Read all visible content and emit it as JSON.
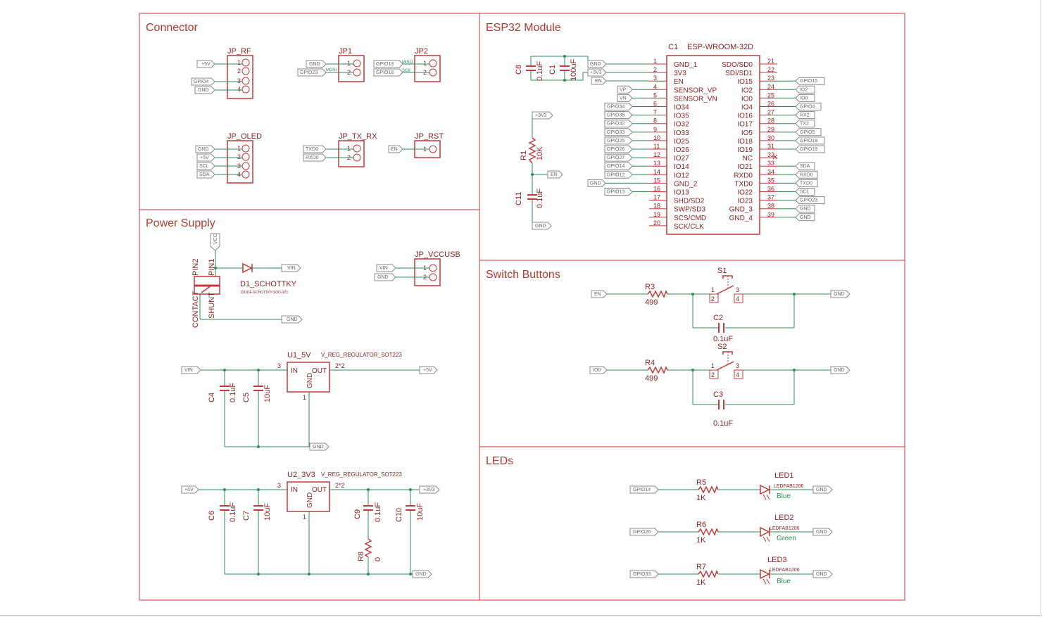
{
  "colors": {
    "frame": "#c0393b",
    "part": "#c0393b",
    "wire": "#2e8b57",
    "label": "#888888",
    "text": "#8b2222"
  },
  "sections": {
    "connector": "Connector",
    "power": "Power Supply",
    "esp32": "ESP32 Module",
    "switch": "Switch Buttons",
    "leds": "LEDs"
  },
  "connectors": {
    "jp_rf": {
      "name": "JP_RF",
      "pins": [
        "1",
        "2",
        "3",
        "4"
      ],
      "nets": [
        "+5V",
        "GPIO4",
        "GND"
      ]
    },
    "jp1": {
      "name": "JP1",
      "pins": [
        "1",
        "2"
      ],
      "nets": [
        "GND",
        "GPIO23"
      ],
      "wire_labels": [
        "MOSI"
      ]
    },
    "jp2": {
      "name": "JP2",
      "pins": [
        "1",
        "2"
      ],
      "nets": [
        "GPIO19",
        "GPIO18"
      ],
      "wire_labels": [
        "MISO",
        "SCK"
      ]
    },
    "jp_oled": {
      "name": "JP_OLED",
      "pins": [
        "1",
        "2",
        "3",
        "4"
      ],
      "nets": [
        "GND",
        "+5V",
        "SCL",
        "SDA"
      ]
    },
    "jp_tx_rx": {
      "name": "JP_TX_RX",
      "pins": [
        "1",
        "2"
      ],
      "nets": [
        "TXD0",
        "RXD0"
      ]
    },
    "jp_rst": {
      "name": "JP_RST",
      "pins": [
        "1"
      ],
      "nets": [
        "EN"
      ]
    },
    "jp_vccusb": {
      "name": "JP_VCCUSB",
      "pins": [
        "1",
        "2"
      ],
      "nets": [
        "VIN",
        "GND"
      ]
    }
  },
  "power": {
    "vcc": "VCC",
    "pin2": "PIN2",
    "pin1": "PIN1",
    "contact": "CONTACT",
    "shunt": "SHUNT",
    "diode": {
      "name": "D1_SCHOTTKY",
      "package": "DIODE-SCHOTTKY-SOD-323",
      "net": "VIN"
    },
    "gnd": "GND",
    "u1": {
      "name": "U1_5V",
      "type": "V_REG_REGULATOR_SOT223",
      "in": "IN",
      "out": "OUT",
      "gnd": "GND",
      "pin_in": "3",
      "pin_out": "2*2",
      "pin_gnd": "1",
      "net_in": "VIN",
      "net_out": "+5V",
      "net_gnd": "GND"
    },
    "c4": {
      "ref": "C4",
      "value": "0.1uF"
    },
    "c5": {
      "ref": "C5",
      "value": "10uF"
    },
    "u2": {
      "name": "U2_3V3",
      "type": "V_REG_REGULATOR_SOT223",
      "in": "IN",
      "out": "OUT",
      "gnd": "GND",
      "pin_in": "3",
      "pin_out": "2*2",
      "pin_gnd": "1",
      "net_in": "+5V",
      "net_out": "+3V3",
      "net_gnd": "GND"
    },
    "c6": {
      "ref": "C6",
      "value": "0.1uF"
    },
    "c7": {
      "ref": "C7",
      "value": "10uF"
    },
    "c9": {
      "ref": "C9",
      "value": "0.1uF"
    },
    "c10": {
      "ref": "C10",
      "value": "10uF"
    },
    "r8": {
      "ref": "R8",
      "value": "0"
    }
  },
  "esp32": {
    "ref": "C1",
    "name": "ESP-WROOM-32D",
    "left_pins": [
      {
        "no": "1",
        "name": "GND_1",
        "net": "GND"
      },
      {
        "no": "2",
        "name": "3V3",
        "net": "+3V3"
      },
      {
        "no": "3",
        "name": "EN",
        "net": "EN"
      },
      {
        "no": "4",
        "name": "SENSOR_VP",
        "net": "VP"
      },
      {
        "no": "5",
        "name": "SENSOR_VN",
        "net": "VN"
      },
      {
        "no": "6",
        "name": "IO34",
        "net": "GPIO34"
      },
      {
        "no": "7",
        "name": "IO35",
        "net": "GPIO35"
      },
      {
        "no": "8",
        "name": "IO32",
        "net": "GPIO32"
      },
      {
        "no": "9",
        "name": "IO33",
        "net": "GPIO33"
      },
      {
        "no": "10",
        "name": "IO25",
        "net": "GPIO25"
      },
      {
        "no": "11",
        "name": "IO26",
        "net": "GPIO26"
      },
      {
        "no": "12",
        "name": "IO27",
        "net": "GPIO27"
      },
      {
        "no": "13",
        "name": "IO14",
        "net": "GPIO14"
      },
      {
        "no": "14",
        "name": "IO12",
        "net": "GPIO12"
      },
      {
        "no": "15",
        "name": "GND_2",
        "net": "GND"
      },
      {
        "no": "16",
        "name": "IO13",
        "net": "GPIO13"
      },
      {
        "no": "17",
        "name": "SHD/SD2",
        "net": ""
      },
      {
        "no": "18",
        "name": "SWP/SD3",
        "net": ""
      },
      {
        "no": "19",
        "name": "SCS/CMD",
        "net": ""
      },
      {
        "no": "20",
        "name": "SCK/CLK",
        "net": ""
      }
    ],
    "right_pins": [
      {
        "no": "21",
        "name": "SDO/SD0",
        "net": ""
      },
      {
        "no": "22",
        "name": "SDI/SD1",
        "net": ""
      },
      {
        "no": "23",
        "name": "IO15",
        "net": "GPIO15"
      },
      {
        "no": "24",
        "name": "IO2",
        "net": "IO2"
      },
      {
        "no": "25",
        "name": "IO0",
        "net": "IO0"
      },
      {
        "no": "26",
        "name": "IO4",
        "net": "GPIO4"
      },
      {
        "no": "27",
        "name": "IO16",
        "net": "RX2"
      },
      {
        "no": "28",
        "name": "IO17",
        "net": "TX2"
      },
      {
        "no": "29",
        "name": "IO5",
        "net": "GPIO5"
      },
      {
        "no": "30",
        "name": "IO18",
        "net": "GPIO18"
      },
      {
        "no": "31",
        "name": "IO19",
        "net": "GPIO19"
      },
      {
        "no": "32",
        "name": "NC",
        "net": ""
      },
      {
        "no": "33",
        "name": "IO21",
        "net": "SDA"
      },
      {
        "no": "34",
        "name": "RXD0",
        "net": "RXD0"
      },
      {
        "no": "35",
        "name": "TXD0",
        "net": "TXD0"
      },
      {
        "no": "36",
        "name": "IO22",
        "net": "SCL"
      },
      {
        "no": "37",
        "name": "IO23",
        "net": "GPIO23"
      },
      {
        "no": "38",
        "name": "GND_3",
        "net": "GND"
      },
      {
        "no": "39",
        "name": "GND_4",
        "net": "GND"
      }
    ],
    "c8": {
      "ref": "C8",
      "value": "0.1uF"
    },
    "c1b": {
      "ref": "C1",
      "value": "100uF"
    },
    "r1": {
      "ref": "R1",
      "value": "10K"
    },
    "c11": {
      "ref": "C11",
      "value": "0.1uF"
    },
    "nets": {
      "gnd": "GND",
      "v33": "+3V3",
      "en": "EN"
    }
  },
  "switches": {
    "s1": {
      "ref": "S1",
      "pins": [
        "1",
        "2",
        "3",
        "4"
      ],
      "r": "R3",
      "r_value": "499",
      "c": "C2",
      "c_value": "0.1uF",
      "net_in": "EN",
      "net_out": "GND"
    },
    "s2": {
      "ref": "S2",
      "pins": [
        "1",
        "2",
        "3",
        "4"
      ],
      "r": "R4",
      "r_value": "499",
      "c": "C3",
      "c_value": "0.1uF",
      "net_in": "IO0",
      "net_out": "GND"
    }
  },
  "leds": [
    {
      "net": "GPIO14",
      "r": "R5",
      "r_value": "1K",
      "ref": "LED1",
      "part": "LEDFAB1206",
      "color": "Blue",
      "gnd": "GND"
    },
    {
      "net": "GPIO26",
      "r": "R6",
      "r_value": "1K",
      "ref": "LED2",
      "part": "LEDFAB1206",
      "color": "Green",
      "gnd": "GND"
    },
    {
      "net": "GPIO33",
      "r": "R7",
      "r_value": "1K",
      "ref": "LED3",
      "part": "LEDFAB1206",
      "color": "Blue",
      "gnd": "GND"
    }
  ]
}
